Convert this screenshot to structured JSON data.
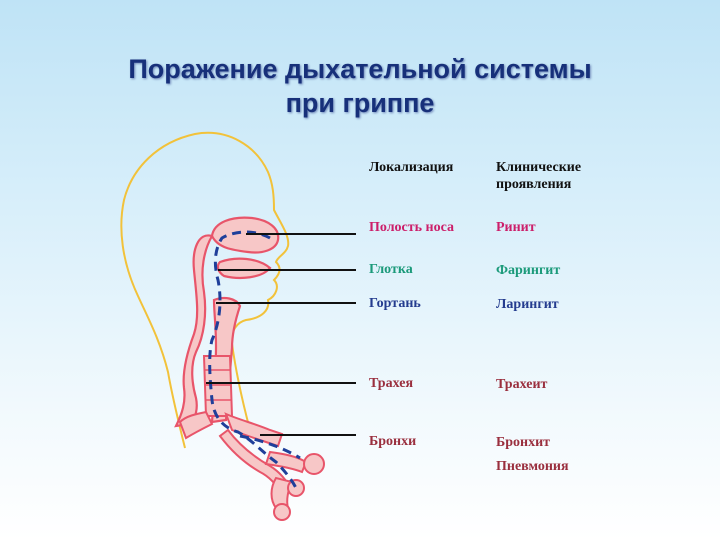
{
  "title": {
    "line1": "Поражение дыхательной системы",
    "line2": "при гриппе"
  },
  "headers": {
    "localization": "Локализация",
    "clinical_line1": "Клинические",
    "clinical_line2": "проявления"
  },
  "rows": [
    {
      "site": "Полость носа",
      "manifestation": "Ринит",
      "color": "#cc1f6a"
    },
    {
      "site": "Глотка",
      "manifestation": "Фарингит",
      "color": "#1b9a7a"
    },
    {
      "site": "Гортань",
      "manifestation": "Ларингит",
      "color": "#243c8f"
    },
    {
      "site": "Трахея",
      "manifestation": "Трахеит",
      "color": "#9a2f3e"
    },
    {
      "site": "Бронхи",
      "manifestation": "Бронхит",
      "manifestation2": "Пневмония",
      "color": "#9a2f3e"
    }
  ],
  "colors": {
    "title": "#17307a",
    "head_outline": "#f2c23a",
    "airway": "#e8556a",
    "airway_fill": "#f7c7c7",
    "virus_path": "#1f3f9a"
  }
}
